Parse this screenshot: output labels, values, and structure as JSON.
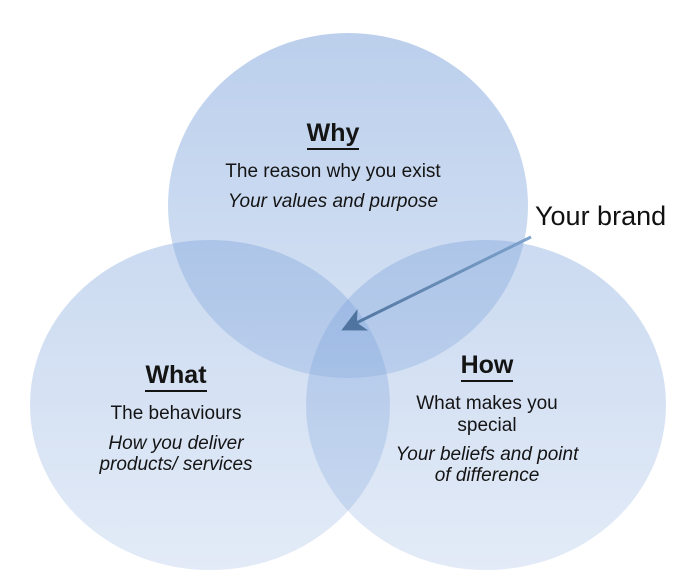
{
  "diagram": {
    "type": "venn-3",
    "circles": [
      {
        "id": "why",
        "title": "Why",
        "description": "The reason why you exist",
        "emphasis": "Your values and purpose"
      },
      {
        "id": "what",
        "title": "What",
        "description": "The behaviours",
        "emphasis": "How you deliver products/ services"
      },
      {
        "id": "how",
        "title": "How",
        "description": "What makes you special",
        "emphasis": "Your beliefs and point of difference"
      }
    ],
    "annotation": {
      "label": "Your brand",
      "points_to": "intersection of all three circles"
    },
    "colors": {
      "circle_fill_base": "#7da3db",
      "circle_top_tint": "#bed3ee",
      "circle_bottom_tint": "#dde8f7",
      "overlap_tint": "#b9cfec",
      "arrow": "#5d89b8",
      "arrow_head": "#4f749f",
      "text": "#141414",
      "background": "#ffffff"
    }
  }
}
